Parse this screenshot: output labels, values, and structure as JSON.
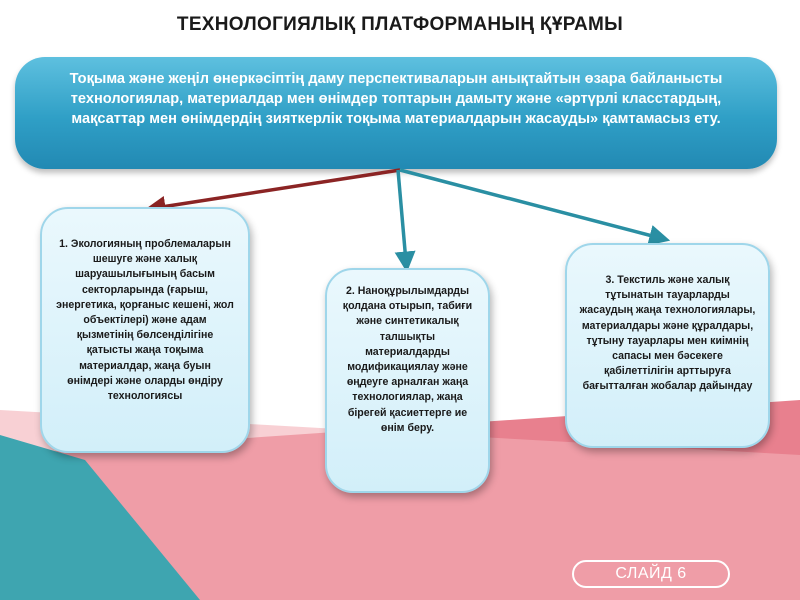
{
  "slide": {
    "title": "ТЕХНОЛОГИЯЛЫҚ ПЛАТФОРМАНЫҢ ҚҰРАМЫ",
    "banner_text": "Тоқыма және жеңіл өнеркәсіптің даму перспективаларын анықтайтын өзара байланысты технологиялар, материалдар мен өнімдер топтарын дамыту және «әртүрлі класстардың, мақсаттар мен өнімдердің зияткерлік тоқыма материалдарын жасауды» қамтамасыз ету.",
    "items": [
      {
        "text": "1. Экологияның проблемаларын шешуге және халық шаруашылығының басым секторларында (ғарыш, энергетика, қорғаныс кешені, жол объектілері) және адам қызметінің бөлсенділігіне қатысты жаңа тоқыма материалдар, жаңа буын өнімдері және оларды өндіру технологиясы"
      },
      {
        "text": "2. Наноқұрылымдарды қолдана отырып, табиғи және синтетикалық талшықты материалдарды модификациялау және өңдеуге арналған жаңа технологиялар, жаңа бірегей қасиеттерге ие өнім беру."
      },
      {
        "text": "3. Текстиль және халық тұтынатын тауарларды жасаудың жаңа технологиялары, материалдары және құралдары, тұтыну тауарлары мен киімнің сапасы мен бәсекеге қабілеттілігін арттыруға бағытталған жобалар дайындау"
      }
    ],
    "slide_number": "СЛАЙД 6"
  },
  "colors": {
    "banner": "#2f9fc6",
    "box_fill": "#d2eff9",
    "arrow_red": "#8b2424",
    "arrow_teal": "#2a8fa3",
    "pink_band": "#e8808e",
    "teal_band": "#3ea5b0"
  }
}
